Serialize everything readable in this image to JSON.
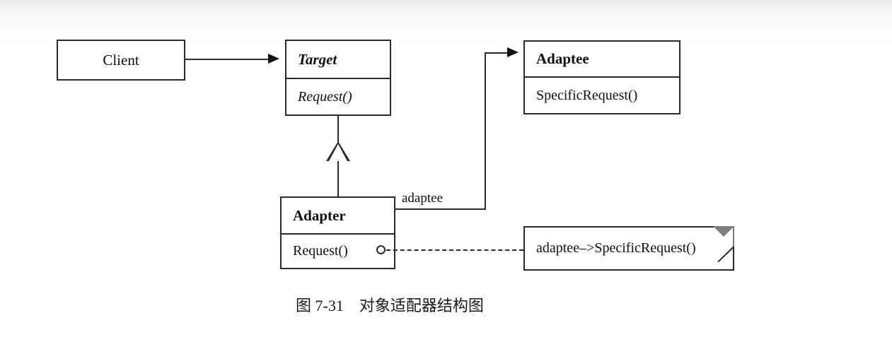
{
  "diagram": {
    "title": "Object Adapter Structure (UML class diagram)",
    "caption": "图 7-31　对象适配器结构图",
    "stroke_color": "#2b2b2b",
    "background_color": "#ffffff",
    "fold_color": "#7d7d7d",
    "classes": [
      {
        "id": "client",
        "name": "Client",
        "name_style": "regular",
        "operations": []
      },
      {
        "id": "target",
        "name": "Target",
        "name_style": "bold-italic",
        "operations": [
          "Request()"
        ]
      },
      {
        "id": "adaptee",
        "name": "Adaptee",
        "name_style": "bold",
        "operations": [
          "SpecificRequest()"
        ]
      },
      {
        "id": "adapter",
        "name": "Adapter",
        "name_style": "bold",
        "operations": [
          "Request()"
        ]
      }
    ],
    "relations": [
      {
        "id": "client-target",
        "type": "association",
        "from": "Client",
        "to": "Target",
        "arrow": "solid-filled",
        "label": ""
      },
      {
        "id": "adapter-target",
        "type": "generalization",
        "from": "Adapter",
        "to": "Target",
        "arrow": "hollow-triangle",
        "label": ""
      },
      {
        "id": "adapter-adaptee",
        "type": "association",
        "from": "Adapter",
        "to": "Adaptee",
        "arrow": "solid-filled",
        "label": "adaptee"
      },
      {
        "id": "adapter-note",
        "type": "note-anchor",
        "from": "Request()",
        "to": "note",
        "arrow": "dashed",
        "label": ""
      }
    ],
    "note": {
      "text": "adaptee–>SpecificRequest()"
    }
  }
}
